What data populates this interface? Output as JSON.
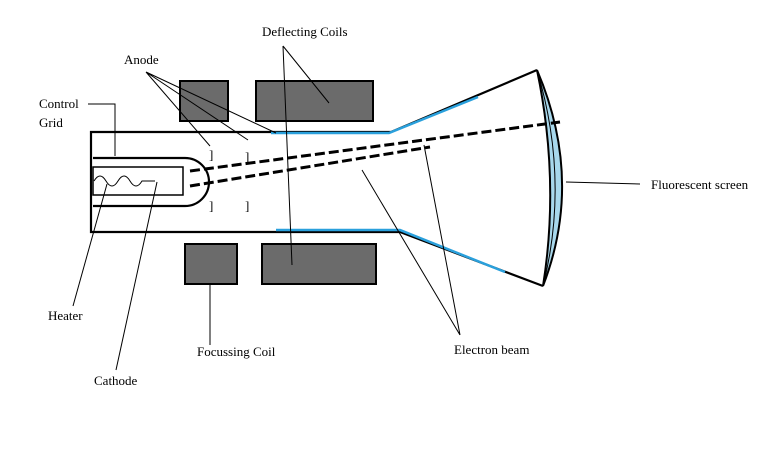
{
  "labels": {
    "deflecting_coils": "Deflecting Coils",
    "anode": "Anode",
    "control_grid_line1": "Control",
    "control_grid_line2": "Grid",
    "fluorescent_screen": "Fluorescent screen",
    "heater": "Heater",
    "focussing_coil": "Focussing Coil",
    "electron_beam": "Electron beam",
    "cathode": "Cathode"
  },
  "colors": {
    "coil_fill": "#6b6b6b",
    "deflection_plate": "#2aa0dc",
    "screen_fill": "#a8d8ec"
  }
}
